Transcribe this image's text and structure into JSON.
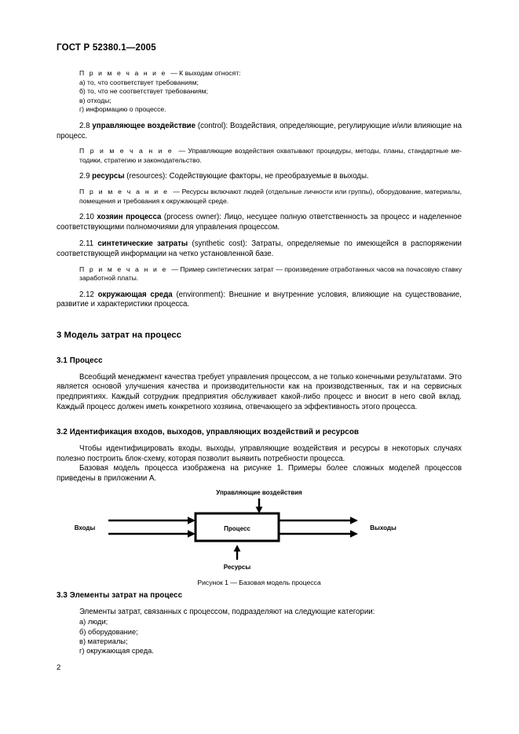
{
  "document": {
    "standard_header": "ГОСТ Р 52380.1—2005",
    "page_number": "2"
  },
  "note_outputs": {
    "label": "П р и м е ч а н и е",
    "dash_text": "— К выходам относят:",
    "items": [
      "а)  то, что соответствует требованиям;",
      "б)  то, что не соответствует требованиям;",
      "в)  отходы;",
      "г)  информацию о процессе."
    ]
  },
  "terms": [
    {
      "number": "2.8",
      "term_ru": "управляющее  воздействие",
      "term_en": "(control):",
      "definition": "Воздействия, определяющие,  регулирующие  и/или влияющие на процесс.",
      "note_label": "П р и м е ч а н и е",
      "note_text": "— Управляющие воздействия охватывают процедуры, методы, планы, стандартные ме­тодики, стратегию и законодательство."
    },
    {
      "number": "2.9",
      "term_ru": "ресурсы",
      "term_en": "(resources):",
      "definition": "Содействующие факторы, не преобразуемые в выходы.",
      "note_label": "П р и м е ч а н и е",
      "note_text": "— Ресурсы включают людей (отдельные личности или группы), оборудование, материалы, помещения и требования к окружающей среде."
    },
    {
      "number": "2.10",
      "term_ru": "хозяин  процесса",
      "term_en": "(process  owner):",
      "definition": "Лицо,  несущее  полную  ответственность  за  процесс  и наделенное соответствующими полномочиями для управления процессом.",
      "note_label": "",
      "note_text": ""
    },
    {
      "number": "2.11",
      "term_ru": "синтетические затраты",
      "term_en": "(synthetic cost):",
      "definition": "Затраты, определяемые по имеющейся в распоря­жении соответствующей информации на четко установленной базе.",
      "note_label": "П р и м е ч а н и е",
      "note_text": "— Пример синтетических затрат — произведение отработанных часов на почасовую став­ку заработной платы."
    },
    {
      "number": "2.12",
      "term_ru": "окружающая среда",
      "term_en": "(environment):",
      "definition": "Внешние и внутренние условия, влияющие на существо­вание, развитие и характеристики процесса.",
      "note_label": "",
      "note_text": ""
    }
  ],
  "section3": {
    "heading": "3  Модель затрат на процесс",
    "sub31": {
      "heading": "3.1  Процесс",
      "paragraph": "Всеобщий менеджмент качества требует управления процессом, а не только конечными результа­тами. Это является основой улучшения качества и производительности как на производственных, так и на сервисных предприятиях. Каждый сотрудник предприятия обслуживает какой-либо процесс и вносит в него свой вклад. Каждый процесс должен иметь конкретного хозяина, отвечающего за эффективность этого процесса."
    },
    "sub32": {
      "heading": "3.2  Идентификация входов, выходов, управляющих воздействий и ресурсов",
      "paragraph1": "Чтобы идентифицировать входы, выходы, управляющие воздействия и ресурсы в некоторых слу­чаях полезно построить блок-схему, которая позволит выявить потребности процесса.",
      "paragraph2": "Базовая модель процесса изображена на рисунке 1. Примеры более сложных моделей процессов приведены в приложении А."
    },
    "sub33": {
      "heading": "3.3  Элементы затрат на процесс",
      "paragraph": "Элементы затрат, связанных с процессом, подразделяют на следующие категории:",
      "items": [
        "а)  люди;",
        "б)  оборудование;",
        "в)  материалы;",
        "г)  окружающая среда."
      ]
    }
  },
  "figure": {
    "caption": "Рисунок 1 — Базовая модель процесса",
    "label_top": "Управляющие воздействия",
    "label_left": "Входы",
    "label_center": "Процесс",
    "label_right": "Выходы",
    "label_bottom": "Ресурсы"
  }
}
